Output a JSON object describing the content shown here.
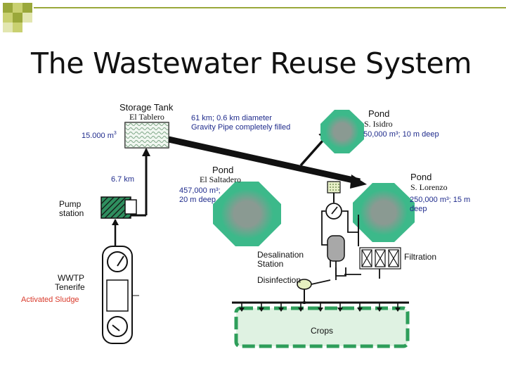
{
  "slide": {
    "title": "The Wastewater Reuse System"
  },
  "diagram": {
    "storage_tank": {
      "name": "Storage Tank",
      "place": "El Tablero",
      "volume": "15.000 m",
      "volume_sup": "3"
    },
    "pipe": {
      "line1": "61 km; 0.6 km diameter",
      "line2": "Gravity Pipe completely filled"
    },
    "pond_isidro": {
      "label": "Pond",
      "place": "S. Isidro",
      "spec": "50,000 m³; 10 m deep"
    },
    "pond_saltadero": {
      "label": "Pond",
      "place": "El Saltadero",
      "spec_line1": "457,000 m³;",
      "spec_line2": "20 m deep"
    },
    "pond_lorenzo": {
      "label": "Pond",
      "place": "S. Lorenzo",
      "spec_line1": "250,000 m³; 15 m",
      "spec_line2": "deep"
    },
    "distance": "6.7 km",
    "pump_station": {
      "line1": "Pump",
      "line2": "station"
    },
    "wwtp": {
      "line1": "WWTP",
      "line2": "Tenerife",
      "line3": "Activated Sludge"
    },
    "desalination": {
      "line1": "Desalination",
      "line2": "Station"
    },
    "disinfection": "Disinfection",
    "filtration": "Filtration",
    "crops": "Crops",
    "colors": {
      "pond_green": "#3cb98a",
      "pond_center": "#8a9a92",
      "crops_green": "#2e9e5a",
      "sludge_red": "#d93a2b",
      "spec_blue": "#1f2b8c",
      "deco_olive": "#9aa83a"
    }
  }
}
